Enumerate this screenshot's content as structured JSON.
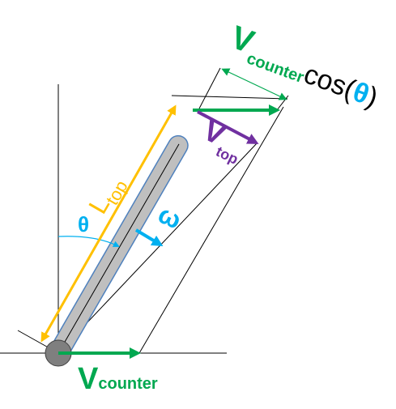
{
  "colors": {
    "green": "#00a850",
    "purple": "#7030a0",
    "cyan": "#00b0f0",
    "yellow": "#ffc000",
    "rod_fill": "#bfbfbf",
    "rod_stroke": "#4f81bd",
    "pivot_fill": "#7f7f7f",
    "line": "#000000"
  },
  "labels": {
    "v_counter_cos": {
      "v": "V",
      "sub": "counter",
      "func_open": "cos(",
      "theta": "θ",
      "func_close": ")"
    },
    "v_top": {
      "v": "V",
      "sub": "top"
    },
    "l_top": {
      "l": "L",
      "sub": "top"
    },
    "theta": "θ",
    "omega": "ω",
    "v_counter": {
      "v": "V",
      "sub": "counter"
    }
  }
}
